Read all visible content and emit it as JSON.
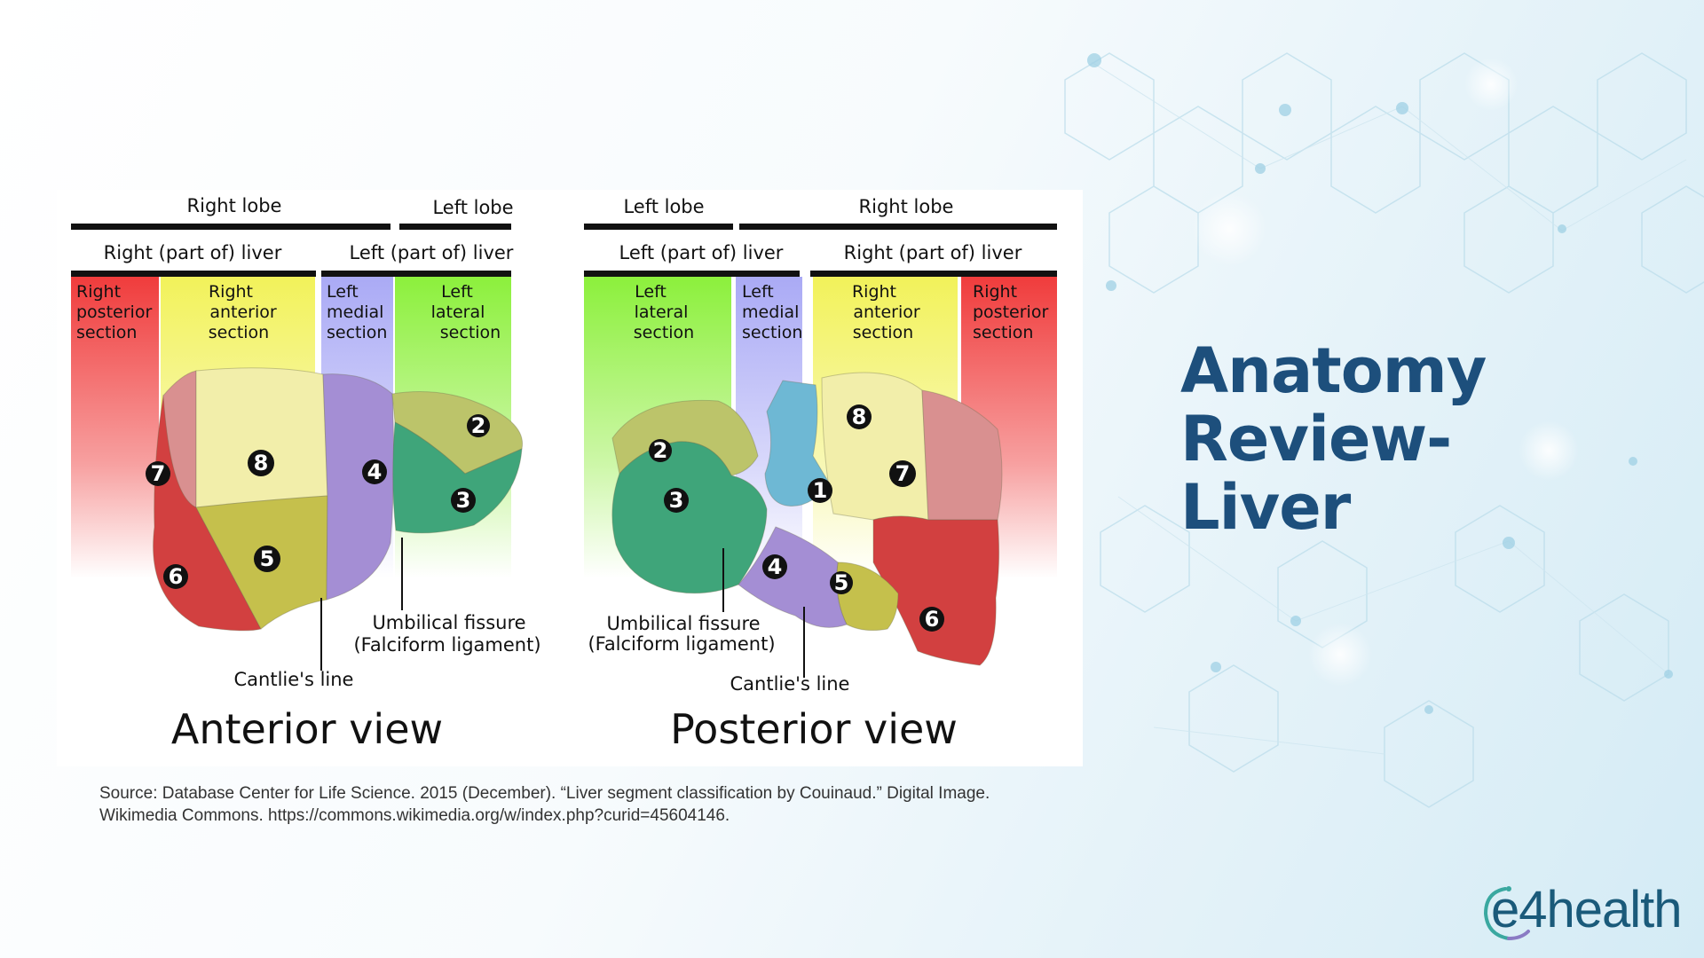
{
  "slide": {
    "title_lines": [
      "Anatomy",
      "Review-",
      "Liver"
    ],
    "source_line1": "Source: Database Center for Life Science. 2015 (December). “Liver segment classification by Couinaud.” Digital Image.",
    "source_line2": "Wikimedia Commons. https://commons.wikimedia.org/w/index.php?curid=45604146.",
    "logo_text": "e4health",
    "colors": {
      "title": "#1d4f7c",
      "logo": "#1a5a7a"
    }
  },
  "figure": {
    "anterior": {
      "lobe_right": "Right lobe",
      "lobe_left": "Left lobe",
      "part_right": "Right (part of) liver",
      "part_left": "Left (part of) liver",
      "sections": [
        [
          "Right",
          "posterior",
          "section"
        ],
        [
          "Right",
          "anterior",
          "section"
        ],
        [
          "Left",
          "medial",
          "section"
        ],
        [
          "Left",
          "lateral",
          "section"
        ]
      ],
      "segments": [
        "7",
        "8",
        "4",
        "2",
        "3",
        "5",
        "6"
      ],
      "umbilical_1": "Umbilical fissure",
      "umbilical_2": "(Falciform ligament)",
      "cantlie": "Cantlie's line",
      "view": "Anterior view"
    },
    "posterior": {
      "lobe_left": "Left lobe",
      "lobe_right": "Right lobe",
      "part_left": "Left (part of) liver",
      "part_right": "Right (part of) liver",
      "sections": [
        [
          "Left",
          "lateral",
          "section"
        ],
        [
          "Left",
          "medial",
          "section"
        ],
        [
          "Right",
          "anterior",
          "section"
        ],
        [
          "Right",
          "posterior",
          "section"
        ]
      ],
      "segments": [
        "2",
        "3",
        "1",
        "8",
        "7",
        "4",
        "5",
        "6"
      ],
      "umbilical_1": "Umbilical fissure",
      "umbilical_2": "(Falciform ligament)",
      "cantlie": "Cantlie's line",
      "view": "Posterior view"
    },
    "colors": {
      "red": "#f03c3c",
      "yellow": "#f2f25a",
      "blue": "#aaaaf5",
      "green": "#8cf03c"
    }
  }
}
